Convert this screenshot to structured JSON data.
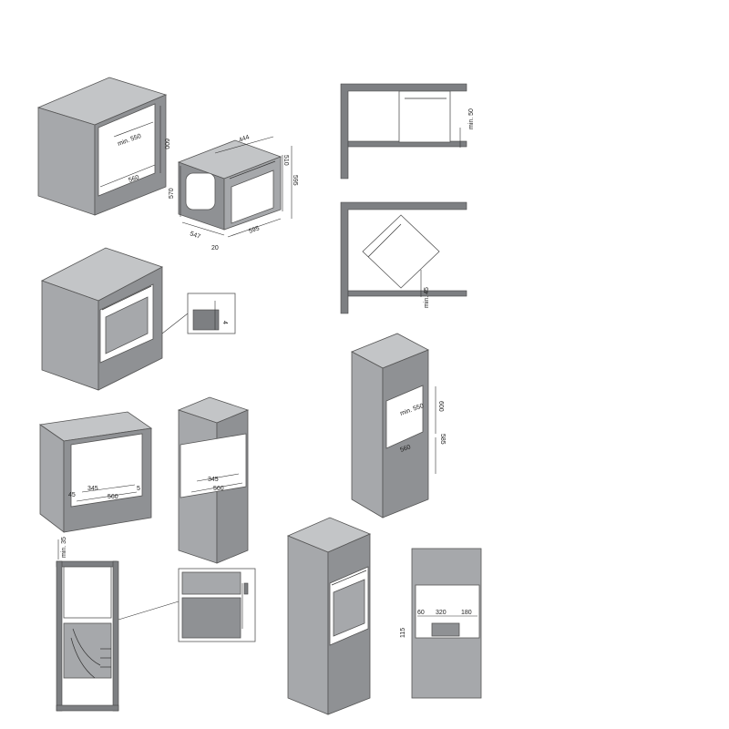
{
  "dimensions": {
    "cabinet_depth_min": "min. 550",
    "cabinet_height": "600",
    "cabinet_width": "560",
    "oven_top_depth": "444",
    "oven_front_height": "510",
    "oven_side_height": "570",
    "oven_total_height": "595",
    "oven_depth": "547",
    "oven_front_thickness": "20",
    "oven_width": "595",
    "top_gap_min": "min. 50",
    "corner_gap_min": "min. 45",
    "detail_gap": "4",
    "tall_cabinet_depth_min": "min. 550",
    "tall_cabinet_height": "600",
    "tall_cabinet_width": "560",
    "tall_cabinet_base": "585",
    "base_cutout_1": "345",
    "base_cutout_2": "560",
    "base_cutout_3": "45",
    "base_cutout_4": "5",
    "tall_cutout_1": "345",
    "tall_cutout_2": "560",
    "ventilation_min": "min. 35",
    "rear_vent_top": "60",
    "rear_vent_width": "320",
    "rear_vent_side": "180",
    "rear_vent_height": "115"
  }
}
